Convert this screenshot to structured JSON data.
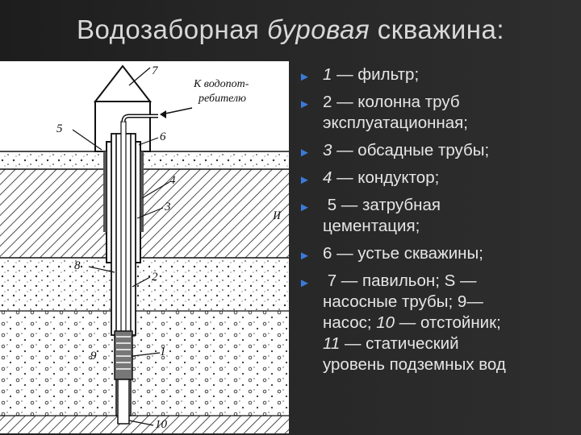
{
  "title": {
    "prefix": "Водозаборная ",
    "emphasis": "буровая",
    "suffix": " скважина:"
  },
  "colors": {
    "bullet_arrow": "#3c7ad9",
    "background": "#262626",
    "text": "#e6e6e6"
  },
  "figure": {
    "labels": [
      "7",
      "К водопот-",
      "ребителю",
      "5",
      "6",
      "4",
      "3",
      "II",
      "8",
      "2",
      "1",
      "9",
      "10"
    ]
  },
  "bullets": [
    {
      "num": "1",
      "italic_num": true,
      "text": " — фильтр;"
    },
    {
      "num": "2",
      "italic_num": false,
      "text": " — колонна труб\nэксплуатационная;"
    },
    {
      "num": "3",
      "italic_num": true,
      "text": " — обсадные трубы;"
    },
    {
      "num": "4",
      "italic_num": true,
      "text": " — кондуктор;"
    },
    {
      "num": " 5",
      "italic_num": false,
      "text": " — затрубная\nцементация;"
    },
    {
      "num": "6",
      "italic_num": false,
      "text": " — устье скважины;"
    },
    {
      "num": " 7",
      "italic_num": false,
      "text": " — павильон; S —\nнасосные трубы; 9—\nнасос; ",
      "extra_italic": "10",
      "extra_text": " — отстойник;\n",
      "extra_italic2": "11",
      "extra_text2": " — статический\nуровень подземных вод"
    }
  ],
  "arrow_glyph": "►"
}
